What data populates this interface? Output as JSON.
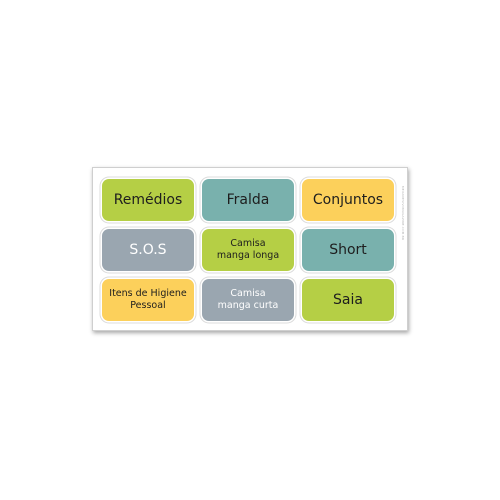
{
  "sheet": {
    "side_text": "MEUADESIVOMAGAZINE.COM.BR",
    "labels": [
      {
        "text": "Remédios",
        "color": "#b5cf45"
      },
      {
        "text": "Fralda",
        "color": "#79b1ad"
      },
      {
        "text": "Conjuntos",
        "color": "#fcd05b"
      },
      {
        "text": "S.O.S",
        "color": "#9aa6b0"
      },
      {
        "text": "Camisa\nmanga longa",
        "color": "#b5cf45"
      },
      {
        "text": "Short",
        "color": "#79b1ad"
      },
      {
        "text": "Itens de Higiene\nPessoal",
        "color": "#fcd05b"
      },
      {
        "text": "Camisa\nmanga curta",
        "color": "#9aa6b0"
      },
      {
        "text": "Saia",
        "color": "#b5cf45"
      }
    ]
  }
}
